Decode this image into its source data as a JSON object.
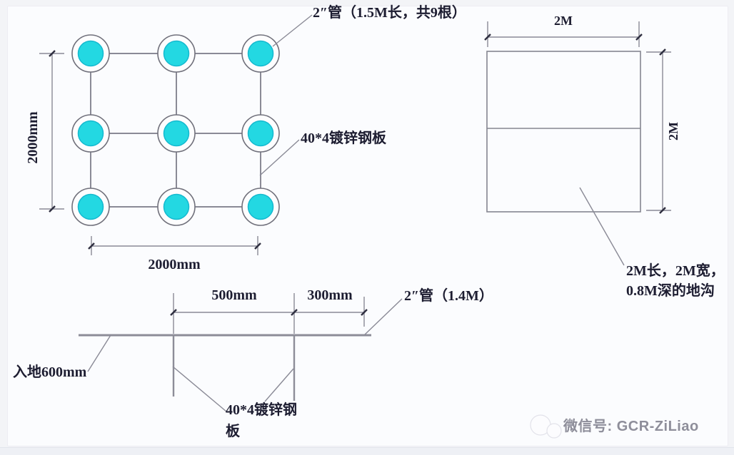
{
  "colors": {
    "background": "#f3f4f7",
    "panel": "#fbfcfe",
    "line_gray": "#8a8a96",
    "text_dark": "#1d1d31",
    "electrode_cyan": "#23d8e2",
    "watermark_gray": "#8e8e9a",
    "footer_strip": "#eef0f5"
  },
  "plan_view": {
    "pipe_label": "2″管（1.5M长，共9根）",
    "strap_label": "40*4镀锌钢板",
    "dim_height": "2000mm",
    "dim_width": "2000mm"
  },
  "trench_view": {
    "dim_width": "2M",
    "dim_height": "2M",
    "note_line1": "2M长，2M宽，",
    "note_line2": "0.8M深的地沟"
  },
  "section_view": {
    "dim_spacing": "500mm",
    "dim_offset": "300mm",
    "pipe_label": "2″管（1.4M）",
    "burial_depth_label": "入地600mm",
    "strap_label_line1": "40*4镀锌钢",
    "strap_label_line2": "板"
  },
  "watermark": {
    "label": "微信号: GCR-ZiLiao"
  }
}
